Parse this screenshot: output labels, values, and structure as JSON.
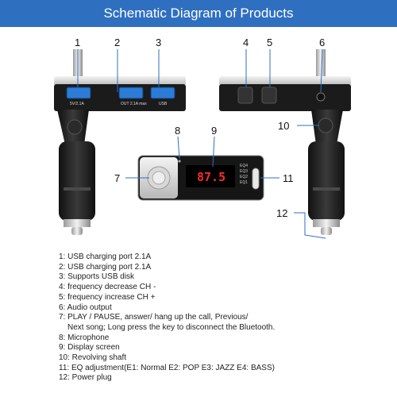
{
  "title": "Schematic Diagram of Products",
  "callouts": [
    "1",
    "2",
    "3",
    "4",
    "5",
    "6",
    "7",
    "8",
    "9",
    "10",
    "11",
    "12"
  ],
  "device": {
    "port_label_1": "5V/2.1A",
    "port_label_2": "OUT 2.1A max",
    "port_label_3": "USB",
    "display_value": "87.5",
    "eq_labels": [
      "EQ4",
      "EQ3",
      "EQ2",
      "EQ1"
    ]
  },
  "legend": [
    "1: USB charging port 2.1A",
    "2: USB charging port 2.1A",
    "3: Supports USB disk",
    "4: frequency decrease CH -",
    "5: frequency increase CH +",
    "6: Audio output",
    "7: PLAY / PAUSE, answer/ hang up the call, Previous/",
    "Next song; Long press the key to disconnect the Bluetooth.",
    "8: Microphone",
    "9: Display screen",
    "10: Revolving shaft",
    "11: EQ adjustment(E1: Normal  E2: POP  E3: JAZZ  E4: BASS)",
    "12: Power plug"
  ],
  "colors": {
    "banner": "#2f6fc0",
    "callout_line": "#2f6fc0",
    "lcd": "#ff2a2a",
    "usb_blue": "#2c7cd6"
  }
}
